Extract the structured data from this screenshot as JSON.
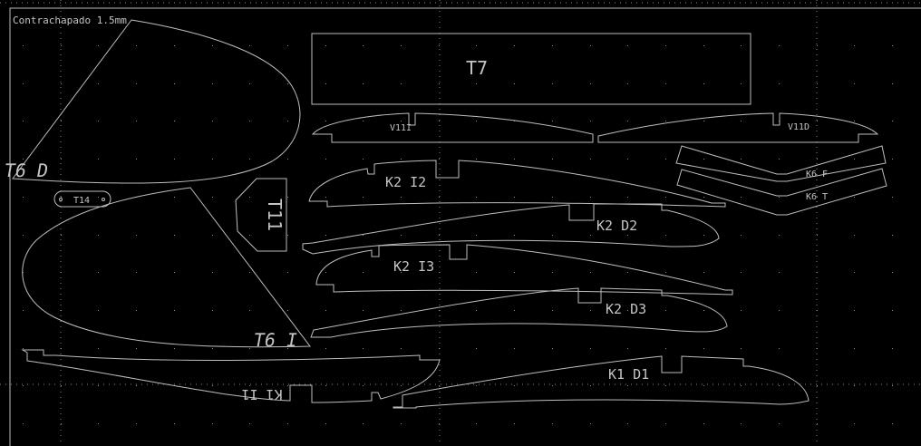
{
  "sheet": {
    "title": "Contrachapado 1.5mm"
  },
  "colors": {
    "background": "#000000",
    "line": "#bdbdbd",
    "grid": "#8a8a8a"
  },
  "parts": {
    "t6d": "T6 D",
    "t14": "T14",
    "t11": "T11",
    "t6i": "T6 I",
    "t7": "T7",
    "v11i": "V11I",
    "v11d": "V11D",
    "k2i2": "K2 I2",
    "k2d2": "K2 D2",
    "k2i3": "K2 I3",
    "k2d3": "K2 D3",
    "k6f": "K6 F",
    "k6t": "K6 T",
    "k1i1": "K1 I1",
    "k1d1": "K1 D1"
  }
}
